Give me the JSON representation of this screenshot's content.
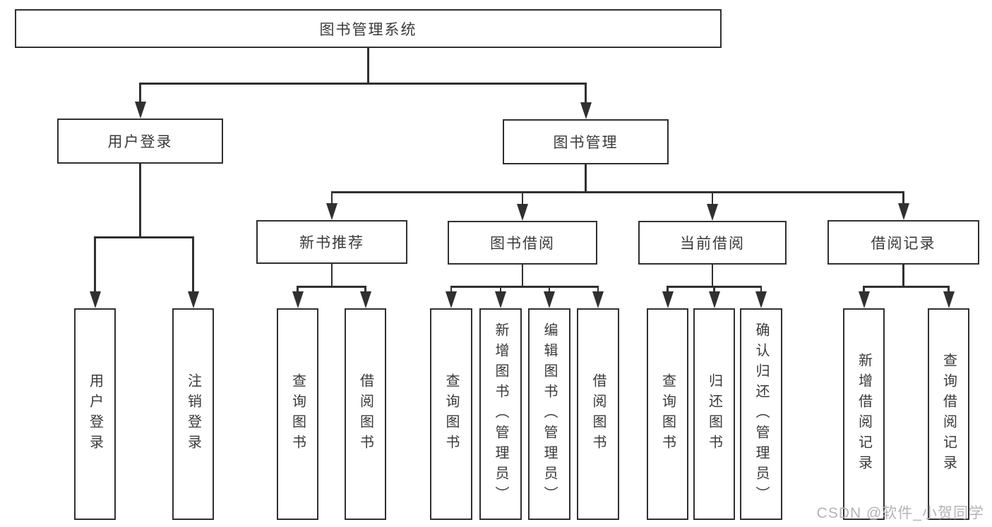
{
  "diagram_title": "图书管理系统",
  "watermark": "CSDN @软件_小贺同学",
  "colors": {
    "line": "#303030",
    "text": "#3a3a3a",
    "box_background": "#ffffff",
    "page_background": "#ffffff",
    "watermark_text": "#b4b4b4"
  },
  "nodes": {
    "system": "图书管理系统",
    "user_login": "用户登录",
    "book_mgmt": "图书管理",
    "new_book_rec": "新书推荐",
    "book_borrow": "图书借阅",
    "current_borrow": "当前借阅",
    "borrow_records": "借阅记录",
    "leaf_user_login": "用户登录",
    "leaf_logout": "注销登录",
    "rec_query_books": "查询图书",
    "rec_borrow_books": "借阅图书",
    "bb_query_books": "查询图书",
    "bb_add_books": "新增图书（管理员）",
    "bb_edit_books": "编辑图书（管理员）",
    "bb_borrow_books": "借阅图书",
    "cb_query_books": "查询图书",
    "cb_return_books": "归还图书",
    "cb_confirm_return": "确认归还（管理员）",
    "br_add_record": "新增借阅记录",
    "br_query_record": "查询借阅记录"
  },
  "structure": [
    {
      "parent": "system",
      "children": [
        "user_login",
        "book_mgmt"
      ]
    },
    {
      "parent": "user_login",
      "children": [
        "leaf_user_login",
        "leaf_logout"
      ]
    },
    {
      "parent": "book_mgmt",
      "children": [
        "new_book_rec",
        "book_borrow",
        "current_borrow",
        "borrow_records"
      ]
    },
    {
      "parent": "new_book_rec",
      "children": [
        "rec_query_books",
        "rec_borrow_books"
      ]
    },
    {
      "parent": "book_borrow",
      "children": [
        "bb_query_books",
        "bb_add_books",
        "bb_edit_books",
        "bb_borrow_books"
      ]
    },
    {
      "parent": "current_borrow",
      "children": [
        "cb_query_books",
        "cb_return_books",
        "cb_confirm_return"
      ]
    },
    {
      "parent": "borrow_records",
      "children": [
        "br_add_record",
        "br_query_record"
      ]
    }
  ]
}
